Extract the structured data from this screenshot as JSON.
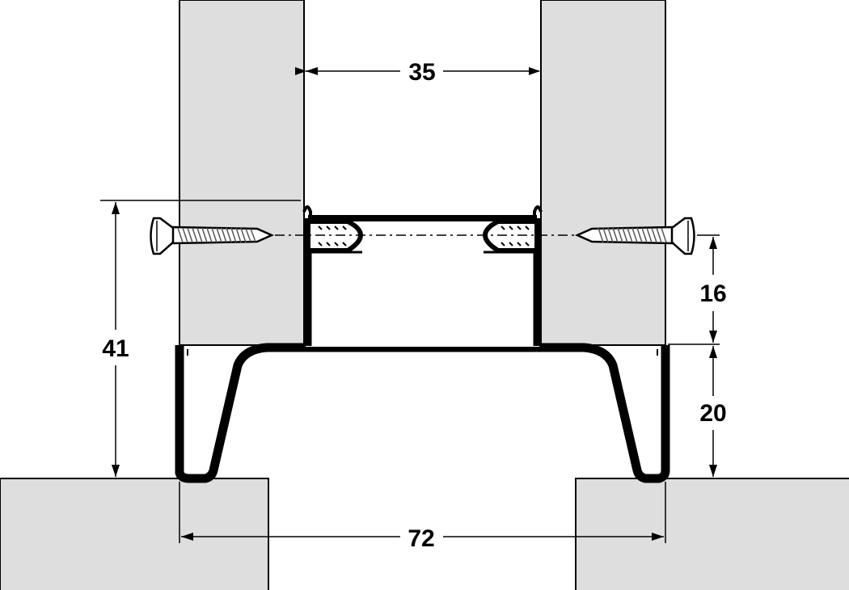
{
  "colors": {
    "panel_fill": "#dedede",
    "line": "#000000",
    "background": "#ffffff",
    "thread": "#9a9a9a"
  },
  "dimensions": {
    "gap_between_panels": "35",
    "connector_total_height": "41",
    "upper_offset": "16",
    "lower_offset": "20",
    "base_width": "72"
  },
  "icons": [
    "left-screw-icon",
    "right-screw-icon"
  ]
}
